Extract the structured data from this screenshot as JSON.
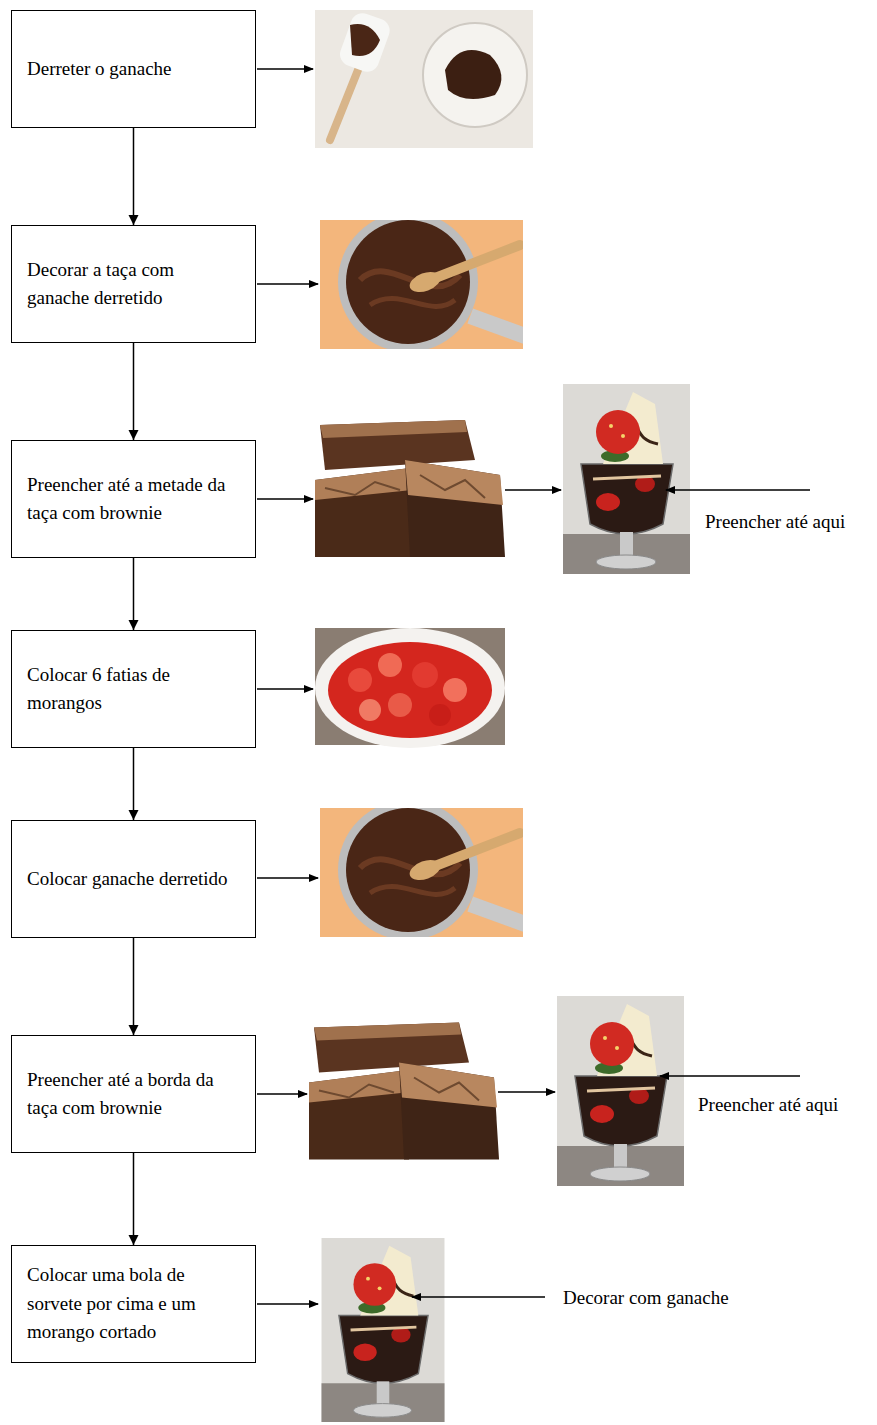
{
  "diagram": {
    "nodes": [
      {
        "text": [
          "Derreter o ganache"
        ]
      },
      {
        "text": [
          "Decorar a taça com ganache derretido"
        ]
      },
      {
        "text": [
          "Preencher até a metade da taça com brownie"
        ]
      },
      {
        "text": [
          "Colocar 6 fatias de morangos"
        ]
      },
      {
        "text": [
          "Colocar ganache derretido"
        ]
      },
      {
        "text": [
          "Preencher até a borda da taça com brownie"
        ]
      },
      {
        "text": [
          "Colocar uma bola de sorvete por cima e um morango cortado"
        ]
      }
    ],
    "edges": [
      {
        "from": 0,
        "to": 1,
        "arrow": "to"
      },
      {
        "from": 1,
        "to": 2,
        "arrow": "to"
      },
      {
        "from": 2,
        "to": 3,
        "arrow": "to"
      },
      {
        "from": 3,
        "to": 4,
        "arrow": "to"
      },
      {
        "from": 4,
        "to": 5,
        "arrow": "to"
      },
      {
        "from": 5,
        "to": 6,
        "arrow": "to"
      }
    ],
    "labels": [
      "Preencher até aqui",
      "Preencher até aqui",
      "Decorar com ganache"
    ]
  }
}
